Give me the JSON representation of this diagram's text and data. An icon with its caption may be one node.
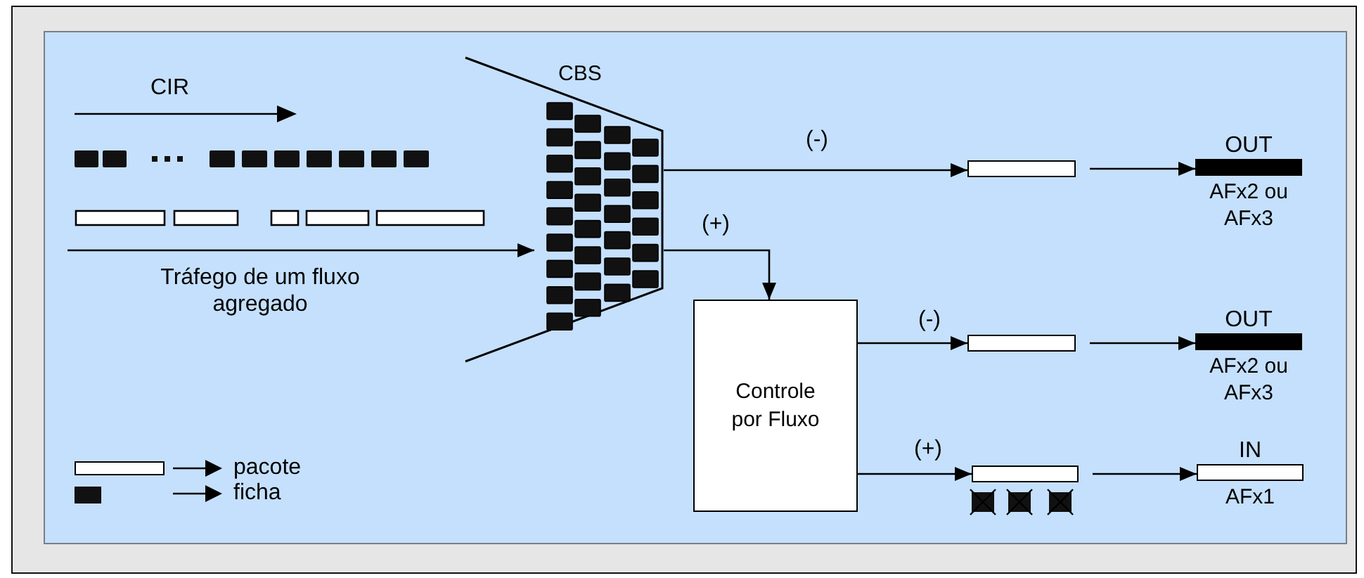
{
  "diagram": {
    "nodes": [
      {
        "text": [
          "CBS"
        ]
      },
      {
        "text": [],
        "shape": "bar"
      },
      {
        "text": [
          "OUT",
          "AFx2 ou AFx3"
        ]
      },
      {
        "text": [
          "Controle por Fluxo"
        ]
      },
      {
        "text": [],
        "shape": "bar"
      },
      {
        "text": [
          "OUT",
          "AFx2 ou AFx3"
        ]
      },
      {
        "text": [],
        "shape": "bar"
      },
      {
        "text": [
          "IN",
          "AFx1"
        ]
      }
    ],
    "edges": [
      {
        "from": 0,
        "to": 1,
        "arrow": "to",
        "label": "(-)"
      },
      {
        "from": 0,
        "to": 3,
        "arrow": "to",
        "label": "(+)"
      },
      {
        "from": 1,
        "to": 2,
        "arrow": "to"
      },
      {
        "from": 3,
        "to": 4,
        "arrow": "to",
        "label": "(-)"
      },
      {
        "from": 4,
        "to": 5,
        "arrow": "to"
      },
      {
        "from": 3,
        "to": 6,
        "arrow": "to",
        "label": "(+)"
      },
      {
        "from": 6,
        "to": 7,
        "arrow": "to"
      },
      {
        "from": null,
        "to": 0,
        "arrow": "to",
        "label": "Tráfego de um fluxo agregado"
      }
    ],
    "labels": [
      "CIR"
    ],
    "legend": [
      {
        "text": "pacote",
        "color": "#ffffff"
      },
      {
        "text": "ficha",
        "color": "#111111"
      }
    ]
  }
}
